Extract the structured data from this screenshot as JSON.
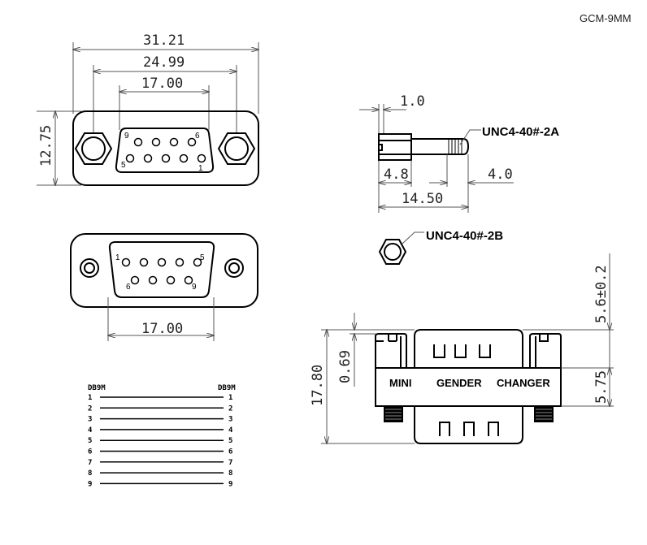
{
  "title": "GCM-9MM",
  "top_view": {
    "dim_overall": "31.21",
    "dim_screw_spacing": "24.99",
    "dim_shell": "17.00",
    "dim_height": "12.75",
    "pin_labels": [
      "9",
      "6",
      "5",
      "1"
    ]
  },
  "bottom_view": {
    "dim_shell": "17.00",
    "pin_labels": [
      "1",
      "5",
      "6",
      "9"
    ]
  },
  "screw": {
    "dim_head_slot": "1.0",
    "dim_head": "4.8",
    "dim_thread": "4.0",
    "dim_length": "14.50",
    "label": "UNC4-40#-2A"
  },
  "nut": {
    "label": "UNC4-40#-2B"
  },
  "side_view": {
    "text": [
      "MINI",
      "GENDER",
      "CHANGER"
    ],
    "dim_total_height": "17.80",
    "dim_flange": "0.69",
    "dim_top": "5.6±0.2",
    "dim_band": "5.75"
  },
  "pinout": {
    "left_header": "DB9M",
    "right_header": "DB9M",
    "pins": [
      "1",
      "2",
      "3",
      "4",
      "5",
      "6",
      "7",
      "8",
      "9"
    ]
  }
}
